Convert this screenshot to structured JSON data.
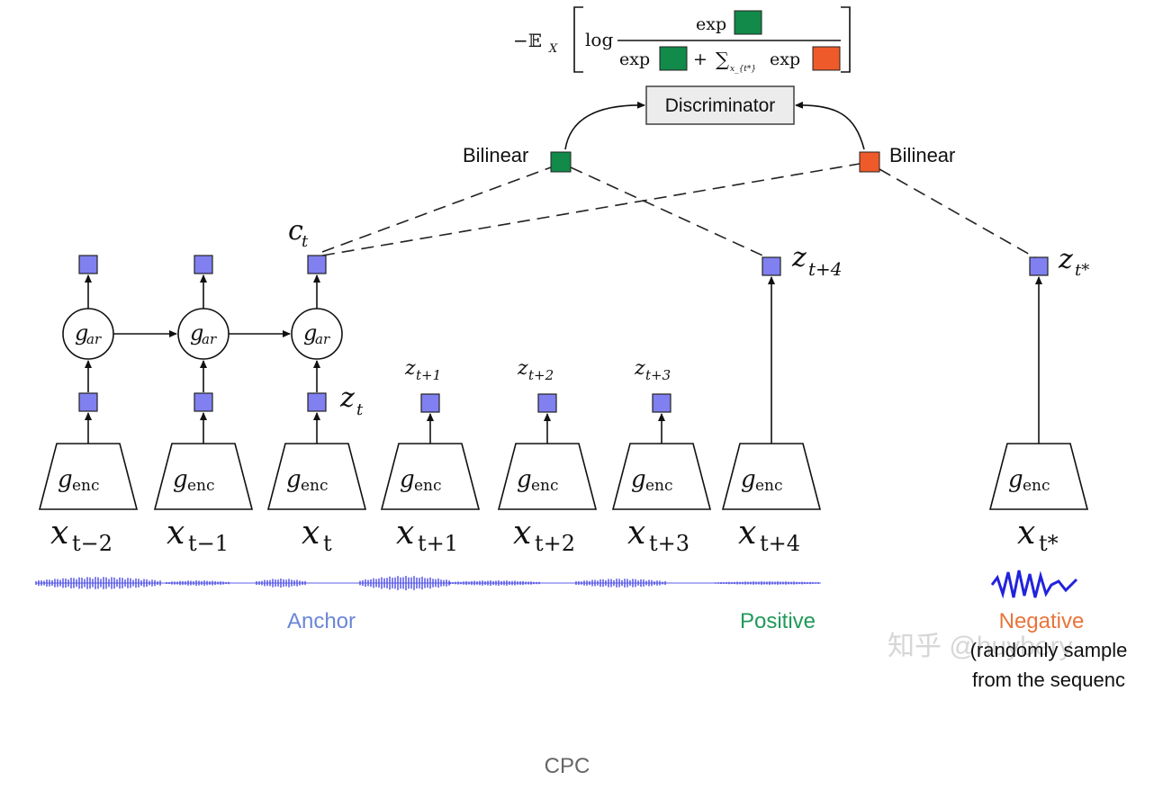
{
  "formula": {
    "prefix": "−𝔼",
    "subscript": "X",
    "log": "log",
    "numerator_exp": "exp",
    "denominator_exp": "exp",
    "plus": "+",
    "sum": "∑",
    "sum_subscript": "x_{t*}",
    "sum_exp": "exp"
  },
  "discriminator": {
    "label": "Discriminator"
  },
  "bilinear": {
    "left": "Bilinear",
    "right": "Bilinear"
  },
  "labels": {
    "ct": "c",
    "ct_sub": "t",
    "zt": "z",
    "zt_sub": "t",
    "z_t1": "z",
    "z_t1_sub": "t+1",
    "z_t2": "z",
    "z_t2_sub": "t+2",
    "z_t3": "z",
    "z_t3_sub": "t+3",
    "z_t4": "z",
    "z_t4_sub": "t+4",
    "z_tstar": "z",
    "z_tstar_sub": "t*",
    "gar": "g",
    "gar_sub": "ar",
    "genc": "g",
    "genc_sub": "enc"
  },
  "inputs": [
    {
      "base": "x",
      "sub": "t−2"
    },
    {
      "base": "x",
      "sub": "t−1"
    },
    {
      "base": "x",
      "sub": "t"
    },
    {
      "base": "x",
      "sub": "t+1"
    },
    {
      "base": "x",
      "sub": "t+2"
    },
    {
      "base": "x",
      "sub": "t+3"
    },
    {
      "base": "x",
      "sub": "t+4"
    },
    {
      "base": "x",
      "sub": "t*"
    }
  ],
  "legend": {
    "anchor": "Anchor",
    "positive": "Positive",
    "negative": "Negative",
    "negative_note_line1": "(randomly sample",
    "negative_note_line2": "from the sequenc"
  },
  "watermark": "知乎 @huybery",
  "caption": "CPC",
  "colors": {
    "latent": "#8080f0",
    "positive_square": "#118a4a",
    "negative_square": "#ee5a2a",
    "anchor_text": "#6b86d6",
    "positive_text": "#1f9a5a",
    "negative_text": "#e8743b",
    "waveform": "#3f3fdd"
  }
}
